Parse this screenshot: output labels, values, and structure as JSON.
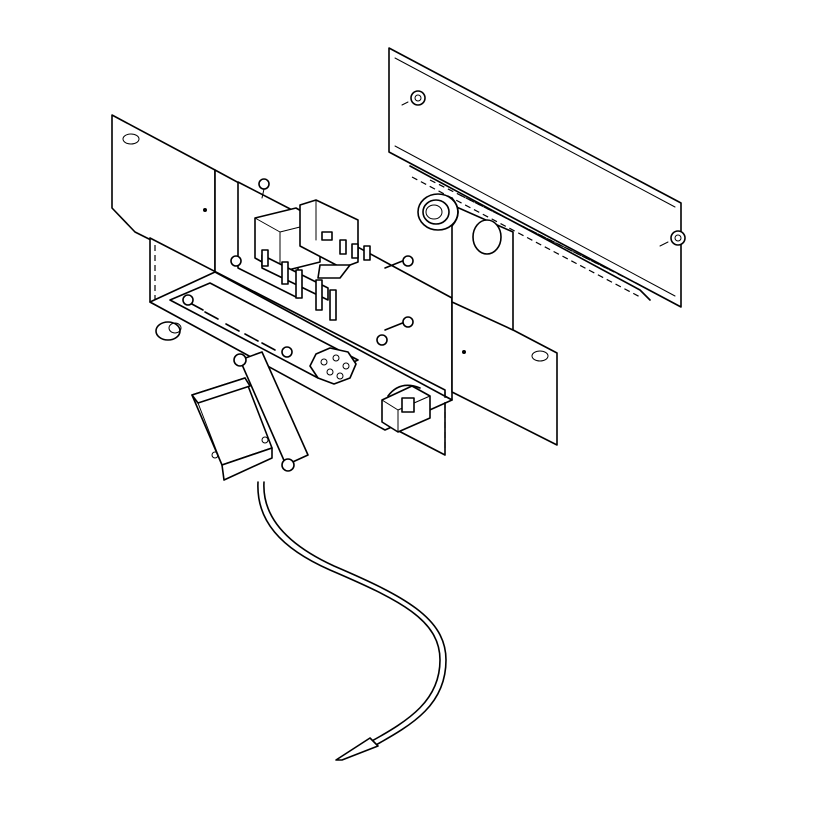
{
  "diagram": {
    "kind": "exploded-isometric-line-drawing",
    "colors": {
      "line": "#000000",
      "background": "#ffffff"
    },
    "parts": [
      {
        "id": "cover-plate",
        "icon": "cover-plate-icon"
      },
      {
        "id": "control-box-housing",
        "icon": "housing-icon"
      },
      {
        "id": "relay",
        "icon": "relay-icon"
      },
      {
        "id": "terminal-strip",
        "icon": "terminal-icon"
      },
      {
        "id": "transformer",
        "icon": "transformer-icon"
      },
      {
        "id": "thermostat-sensor-bulb",
        "icon": "sensor-probe-icon"
      },
      {
        "id": "mounting-screws",
        "icon": "screw-icon"
      },
      {
        "id": "grommet",
        "icon": "grommet-icon"
      },
      {
        "id": "strain-relief-connector",
        "icon": "connector-icon"
      }
    ]
  }
}
